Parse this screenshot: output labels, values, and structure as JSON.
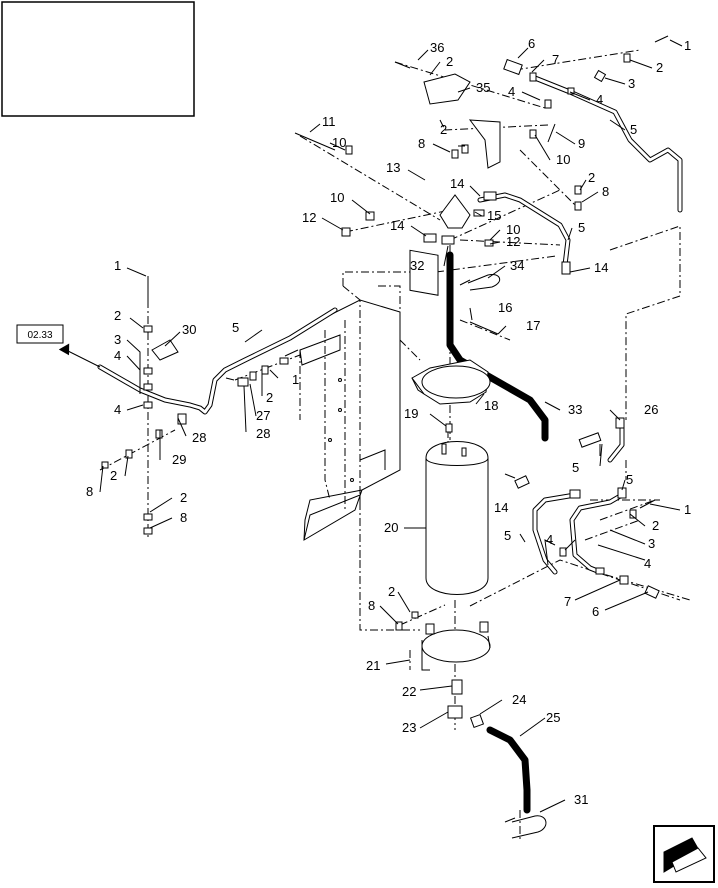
{
  "reference_box": {
    "label": "02.33"
  },
  "callouts": {
    "c36": "36",
    "c6": "6",
    "c7": "7",
    "c1a": "1",
    "c2a": "2",
    "c2b": "2",
    "c3a": "3",
    "c35": "35",
    "c4a": "4",
    "c4b": "4",
    "c5a": "5",
    "c11": "11",
    "c10a": "10",
    "c8a": "8",
    "c2c": "2",
    "c9": "9",
    "c10b": "10",
    "c13": "13",
    "c14a": "14",
    "c15": "15",
    "c10c": "10",
    "c12a": "12",
    "c2d": "2",
    "c8b": "8",
    "c5b": "5",
    "c14b": "14",
    "c10d": "10",
    "c12b": "12",
    "c32": "32",
    "c34": "34",
    "c14c": "14",
    "c1b": "1",
    "c2e": "2",
    "c30": "30",
    "c3b": "3",
    "c4c": "4",
    "c5c": "5",
    "c1c": "1",
    "c2f": "2",
    "c27": "27",
    "c28a": "28",
    "c4d": "4",
    "c28b": "28",
    "c29": "29",
    "c2g": "2",
    "c8c": "8",
    "c2h": "2",
    "c8d": "8",
    "c16": "16",
    "c17": "17",
    "c18": "18",
    "c33": "33",
    "c19": "19",
    "c26": "26",
    "c5d": "5",
    "c14d": "14",
    "c5e": "5",
    "c1d": "1",
    "c2i": "2",
    "c3c": "3",
    "c5f": "5",
    "c4e": "4",
    "c4f": "4",
    "c7b": "7",
    "c6b": "6",
    "c20": "20",
    "c2j": "2",
    "c8e": "8",
    "c21": "21",
    "c22": "22",
    "c23": "23",
    "c24": "24",
    "c25": "25",
    "c31": "31"
  }
}
